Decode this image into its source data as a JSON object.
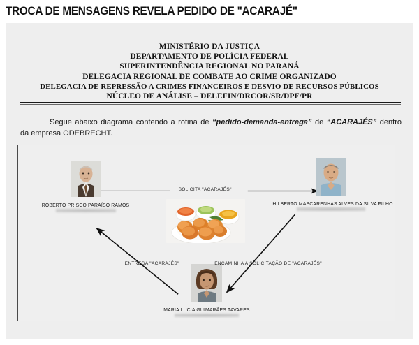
{
  "headline": "TROCA DE MENSAGENS REVELA PEDIDO DE \"ACARAJÉ\"",
  "document": {
    "header_lines": [
      "MINISTÉRIO DA JUSTIÇA",
      "DEPARTAMENTO DE POLÍCIA FEDERAL",
      "SUPERINTENDÊNCIA REGIONAL NO PARANÁ",
      "DELEGACIA REGIONAL DE COMBATE AO CRIME ORGANIZADO",
      "DELEGACIA DE REPRESSÃO A CRIMES FINANCEIROS E DESVIO DE RECURSOS PÚBLICOS",
      "NÚCLEO DE ANÁLISE – DELEFIN/DRCOR/SR/DPF/PR"
    ],
    "intro": {
      "part1": "Segue abaixo diagrama contendo a rotina de ",
      "emphasis1": "“pedido-demanda-entrega”",
      "part2": " de ",
      "emphasis2": "“ACARAJÉS”",
      "part3": " dentro da empresa ODEBRECHT."
    }
  },
  "diagram": {
    "people": [
      {
        "id": "roberto",
        "name": "ROBERTO PRISCO PARAÍSO RAMOS",
        "redacted": true,
        "photo": "portrait-elderly-man-suit"
      },
      {
        "id": "hilberto",
        "name": "HILBERTO MASCARENHAS ALVES DA SILVA FILHO",
        "redacted": true,
        "photo": "portrait-man-blue-shirt"
      },
      {
        "id": "maria",
        "name": "MARIA LUCIA GUIMARÃES TAVARES",
        "redacted": true,
        "photo": "portrait-woman-dark-hair"
      }
    ],
    "center_image": {
      "name": "acaraje-plate-photo",
      "description": "Prato de acarajés com acompanhamentos"
    },
    "arrows": [
      {
        "id": "solicita",
        "label": "SOLICITA \"ACARAJÉS\"",
        "from": "roberto",
        "to": "hilberto"
      },
      {
        "id": "entrega",
        "label": "ENTREGA \"ACARAJÉS\"",
        "from": "maria",
        "to": "roberto"
      },
      {
        "id": "encaminha",
        "label": "ENCAMINHA A SOLICITAÇÃO DE \"ACARAJÉS\"",
        "from": "hilberto",
        "to": "maria"
      }
    ]
  },
  "colors": {
    "paper": "#eeeeee",
    "ink": "#111111",
    "border": "#4a4a4a",
    "page_background": "#ffffff"
  }
}
